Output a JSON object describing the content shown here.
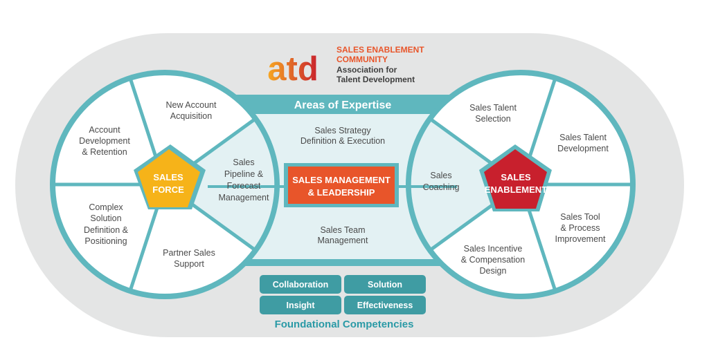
{
  "logo": {
    "mark": "atd",
    "line1": "SALES ENABLEMENT",
    "line2": "COMMUNITY",
    "line3": "Association for",
    "line4": "Talent Development"
  },
  "header": "Areas of Expertise",
  "footer": "Foundational Competencies",
  "left_hub": {
    "line1": "SALES",
    "line2": "FORCE"
  },
  "right_hub": {
    "line1": "SALES",
    "line2": "ENABLEMENT"
  },
  "center_box": {
    "line1": "SALES MANAGEMENT",
    "line2": "& LEADERSHIP"
  },
  "left_segments": [
    {
      "lines": [
        "New Account",
        "Acquisition"
      ]
    },
    {
      "lines": [
        "Account",
        "Development",
        "& Retention"
      ]
    },
    {
      "lines": [
        "Complex",
        "Solution",
        "Definition &",
        "Positioning"
      ]
    },
    {
      "lines": [
        "Partner Sales",
        "Support"
      ]
    },
    {
      "lines": [
        "Sales",
        "Pipeline &",
        "Forecast",
        "Management"
      ]
    }
  ],
  "right_segments": [
    {
      "lines": [
        "Sales Talent",
        "Selection"
      ]
    },
    {
      "lines": [
        "Sales Talent",
        "Development"
      ]
    },
    {
      "lines": [
        "Sales Tool",
        "& Process",
        "Improvement"
      ]
    },
    {
      "lines": [
        "Sales Incentive",
        "& Compensation",
        "Design"
      ]
    },
    {
      "lines": [
        "Sales",
        "Coaching"
      ]
    }
  ],
  "center": {
    "top": [
      "Sales Strategy",
      "Definition & Execution"
    ],
    "bottom": [
      "Sales Team",
      "Management"
    ]
  },
  "competencies": [
    "Collaboration",
    "Solution",
    "Insight",
    "Effectiveness"
  ],
  "colors": {
    "teal": "#5fb7be",
    "light_teal": "#e3f1f3",
    "gray_bg": "#e4e5e5",
    "yellow": "#f6b319",
    "red": "#c8202d",
    "orange": "#e8552a",
    "dark_teal": "#3f9ca3",
    "logo_gradient_start": "#f7a823",
    "logo_gradient_end": "#c8202d"
  }
}
